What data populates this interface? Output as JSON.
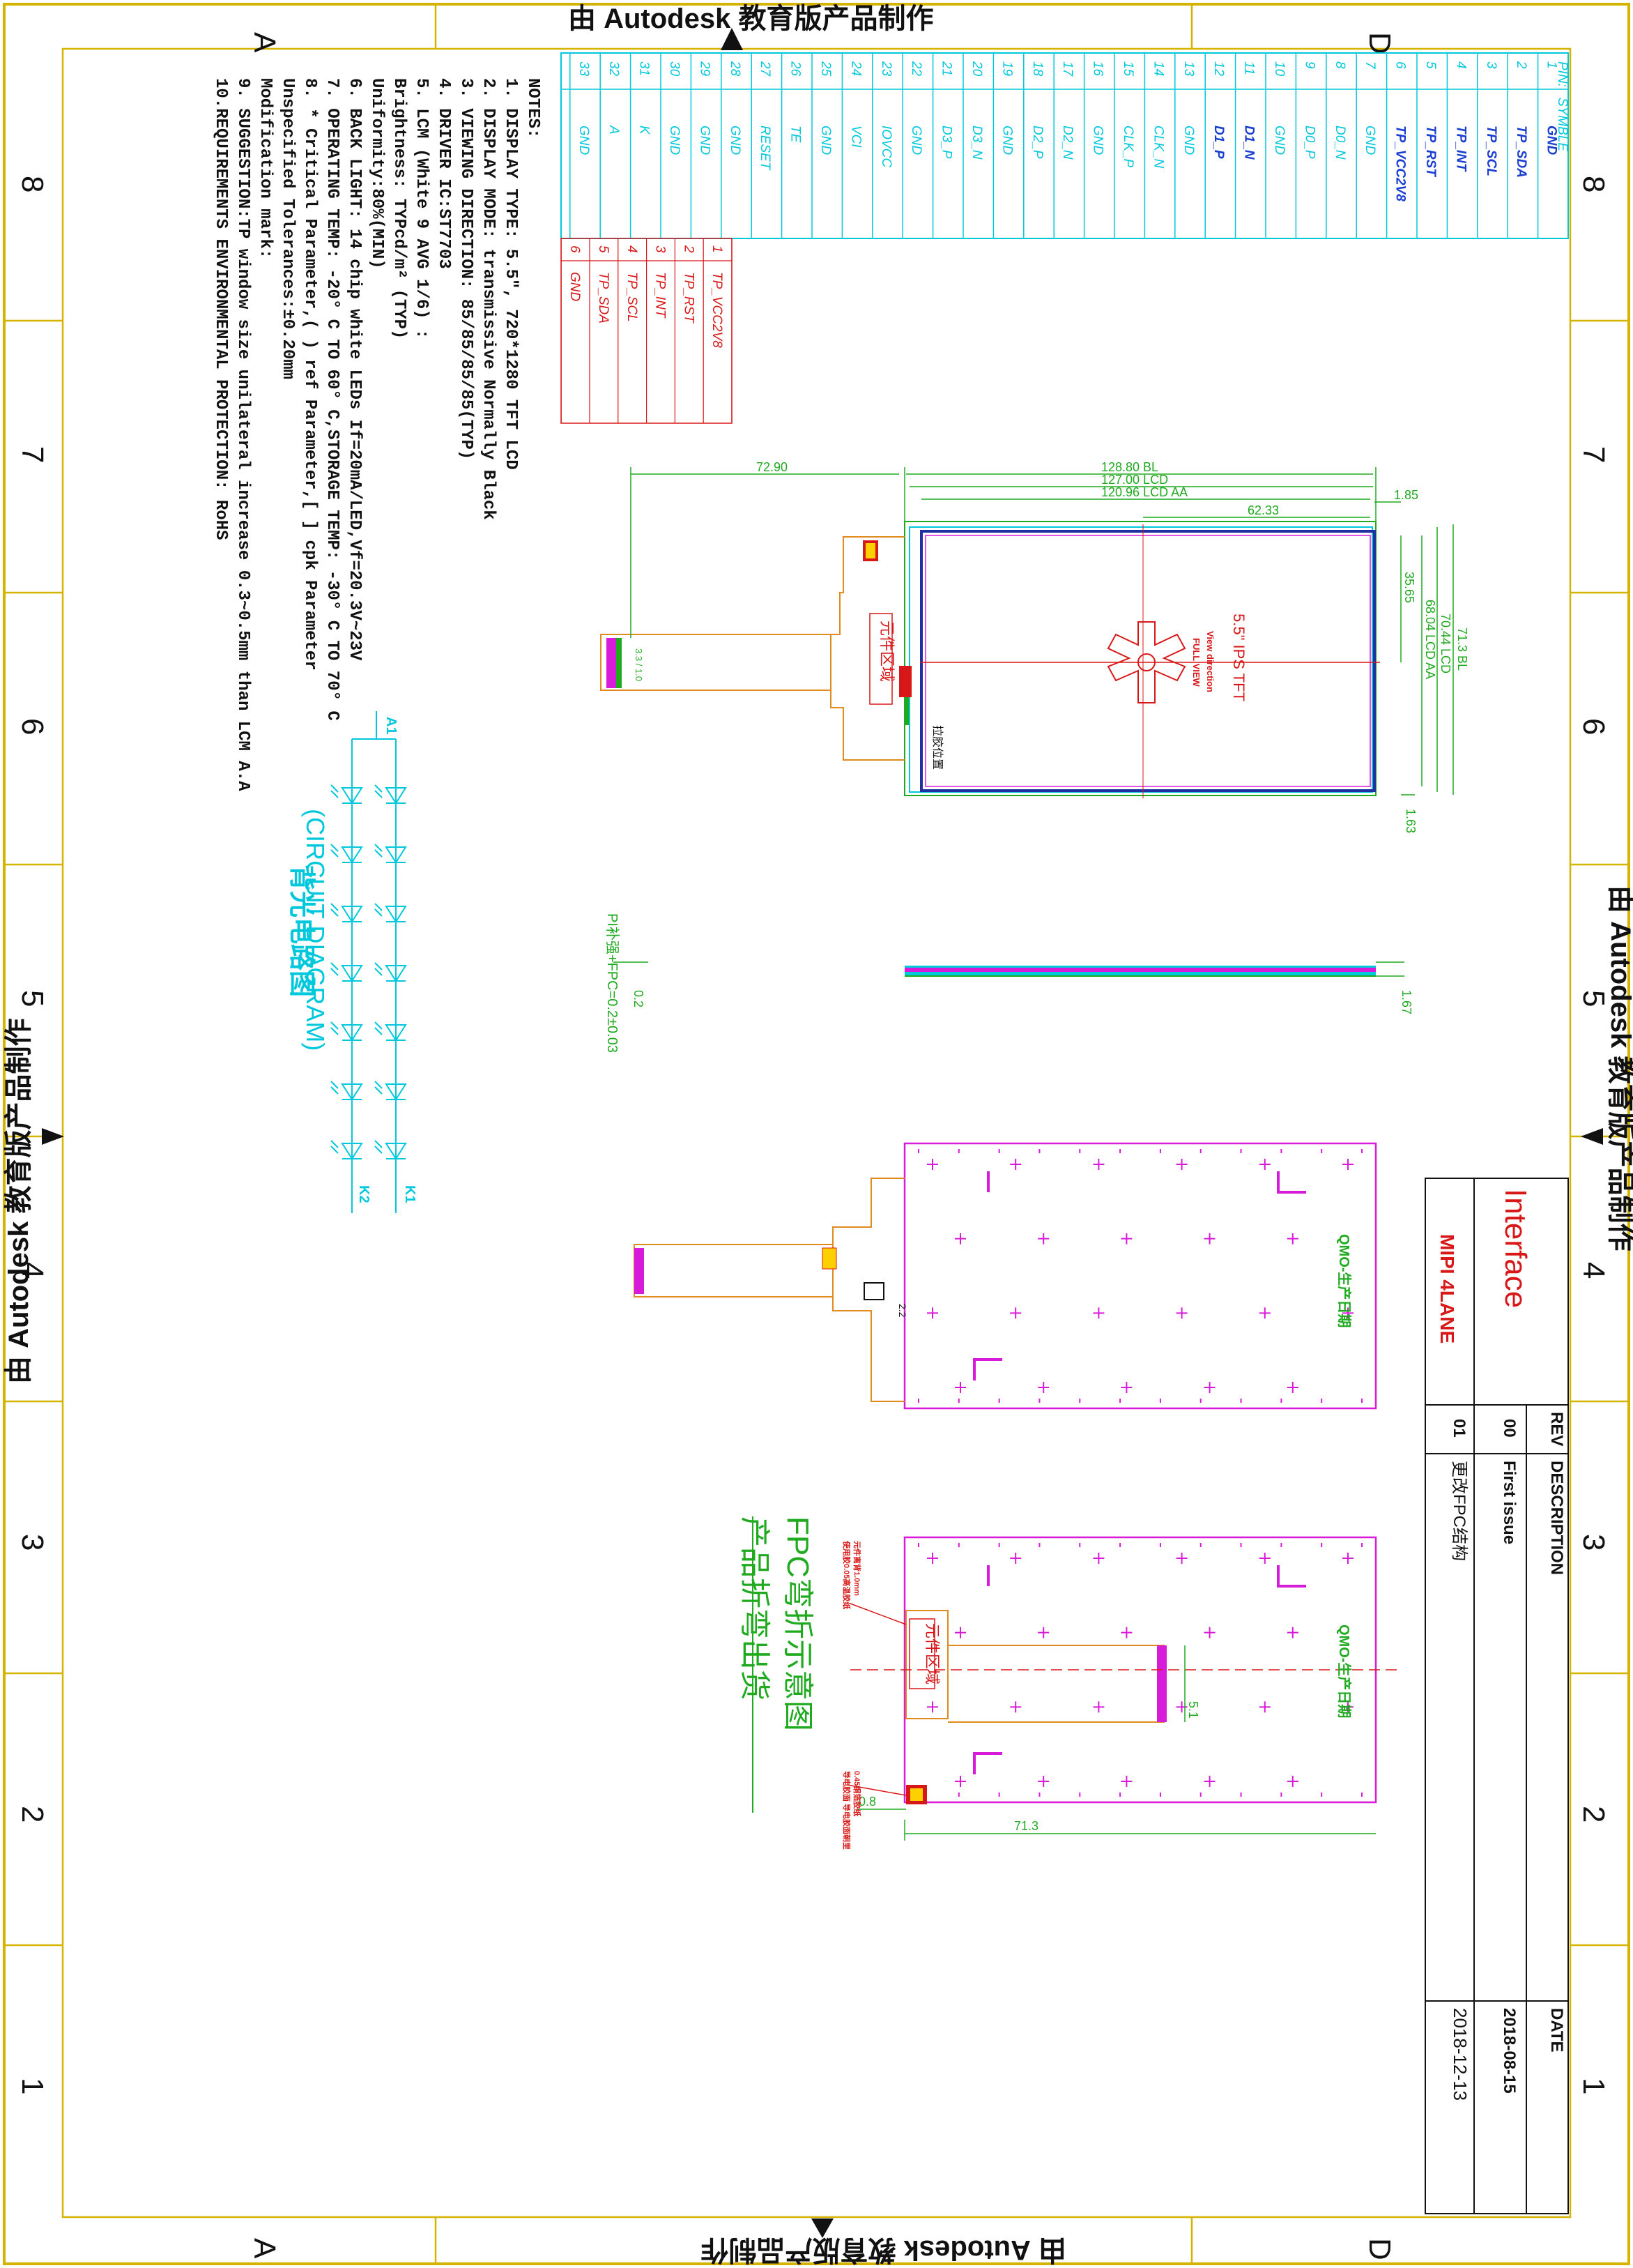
{
  "watermark": "由 Autodesk 教育版产品制作",
  "grid": {
    "columns": [
      "8",
      "7",
      "6",
      "5",
      "4",
      "3",
      "2",
      "1"
    ],
    "rows": [
      "A",
      "D"
    ]
  },
  "pin_table": {
    "header_pin": "PIN:",
    "header_symbol": "SYMBLE",
    "pins": [
      {
        "n": "1",
        "s": "GND"
      },
      {
        "n": "2",
        "s": "TP_SDA"
      },
      {
        "n": "3",
        "s": "TP_SCL"
      },
      {
        "n": "4",
        "s": "TP_INT"
      },
      {
        "n": "5",
        "s": "TP_RST"
      },
      {
        "n": "6",
        "s": "TP_VCC2V8"
      },
      {
        "n": "7",
        "s": "GND"
      },
      {
        "n": "8",
        "s": "D0_N"
      },
      {
        "n": "9",
        "s": "D0_P"
      },
      {
        "n": "10",
        "s": "GND"
      },
      {
        "n": "11",
        "s": "D1_N"
      },
      {
        "n": "12",
        "s": "D1_P"
      },
      {
        "n": "13",
        "s": "GND"
      },
      {
        "n": "14",
        "s": "CLK_N"
      },
      {
        "n": "15",
        "s": "CLK_P"
      },
      {
        "n": "16",
        "s": "GND"
      },
      {
        "n": "17",
        "s": "D2_N"
      },
      {
        "n": "18",
        "s": "D2_P"
      },
      {
        "n": "19",
        "s": "GND"
      },
      {
        "n": "20",
        "s": "D3_N"
      },
      {
        "n": "21",
        "s": "D3_P"
      },
      {
        "n": "22",
        "s": "GND"
      },
      {
        "n": "23",
        "s": "IOVCC"
      },
      {
        "n": "24",
        "s": "VCI"
      },
      {
        "n": "25",
        "s": "GND"
      },
      {
        "n": "26",
        "s": "TE"
      },
      {
        "n": "27",
        "s": "RESET"
      },
      {
        "n": "28",
        "s": "GND"
      },
      {
        "n": "29",
        "s": "GND"
      },
      {
        "n": "30",
        "s": "GND"
      },
      {
        "n": "31",
        "s": "K"
      },
      {
        "n": "32",
        "s": "A"
      },
      {
        "n": "33",
        "s": "GND"
      }
    ]
  },
  "tp_table": {
    "pins": [
      {
        "n": "1",
        "s": "TP_VCC2V8"
      },
      {
        "n": "2",
        "s": "TP_RST"
      },
      {
        "n": "3",
        "s": "TP_INT"
      },
      {
        "n": "4",
        "s": "TP_SCL"
      },
      {
        "n": "5",
        "s": "TP_SDA"
      },
      {
        "n": "6",
        "s": "GND"
      }
    ]
  },
  "notes": {
    "heading": "NOTES:",
    "lines": [
      "1. DISPLAY TYPE: 5.5\", 720*1280 TFT LCD",
      "2. DISPLAY MODE: transmissive Normally Black",
      "3. VIEWING DIRECTION:  85/85/85/85(TYP)",
      "4. DRIVER IC:ST7703",
      "5. LCM (White 9 AVG 1/6) :",
      "      Brightness: TYPcd/m² (TYP)",
      "      Uniformity:80%(MIN)",
      "6. BACK LIGHT: 14 chip white LEDs If=20mA/LED,Vf=20.3V~23V",
      "7. OPERATING TEMP: -20° C TO 60° C,STORAGE TEMP: -30° C TO 70° C",
      "8. * Critical Parameter,( ) ref Parameter,[ ] cpk Parameter",
      "   Unspecified Tolerances:±0.20mm",
      "   Modification mark:",
      "9. SUGGESTION:TP window size unilateral increase 0.3~0.5mm than LCM A.A",
      "10.REQUIREMENTS ENVIRONMENTAL PROTECTION: RoHS"
    ]
  },
  "circuit": {
    "title_cn": "背光电路图",
    "title_en": "(CIRCUIT  DIAGRAM)",
    "a1": "A1",
    "k1": "K1",
    "k2": "K2"
  },
  "front_view": {
    "dim_bl_width": "128.80 BL",
    "dim_lcd_width": "127.00 LCD",
    "dim_aa_width": "120.96 LCD AA",
    "dim_half": "62.33",
    "dim_fpc": "72.90",
    "dim_top_offset": "1.85",
    "dim_bl_height": "71.3 BL",
    "dim_lcd_height": "70.44 LCD",
    "dim_aa_height": "68.04 LCD AA",
    "dim_center_y": "35.65",
    "dim_bottom_offset": "1.63",
    "label_main": "5.5\" IPS TFT",
    "label_view": "View direction",
    "label_full": "FULL VIEW",
    "label_component": "元件区域",
    "label_pull": "拉胶位置",
    "fpc_connector_dims": "3.3 / 1.0"
  },
  "side_view": {
    "dim_thickness": "1.67",
    "dim_pi": "0.2",
    "note_pi": "PI补强+FPC=0.2±0.03"
  },
  "back_view": {
    "label": "QMO-生产日期",
    "dim_small": "2.2"
  },
  "bent_view": {
    "label": "QMO-生产日期",
    "label_component": "元件区域",
    "note_red1": "元件离背1.0mm",
    "note_red2": "使用胶0.05高温胶纸",
    "note_red3": "0.45铜箔胶纸",
    "note_red4": "导电胶面 导电胶面朝里",
    "title1": "FPC弯折示意图",
    "title2": "产品折弯出货",
    "dim_width": "71.3",
    "dim_offset": "0.8",
    "dim_height": "5.1"
  },
  "title_block": {
    "interface_label": "Interface",
    "interface_value": "MIPI 4LANE",
    "header_rev": "REV",
    "header_desc": "DESCRIPTION",
    "header_date": "DATE",
    "rows": [
      {
        "rev": "00",
        "desc": "First issue",
        "date": "2018-08-15"
      },
      {
        "rev": "01",
        "desc": "更改FPC结构",
        "date": "2018-12-13"
      }
    ]
  },
  "colors": {
    "frame": "#d4b400",
    "cyan": "#00c8dc",
    "green": "#1faa1f",
    "magenta": "#d81bd8",
    "red": "#d81818",
    "blue": "#2030a0",
    "orange": "#e08a20"
  }
}
